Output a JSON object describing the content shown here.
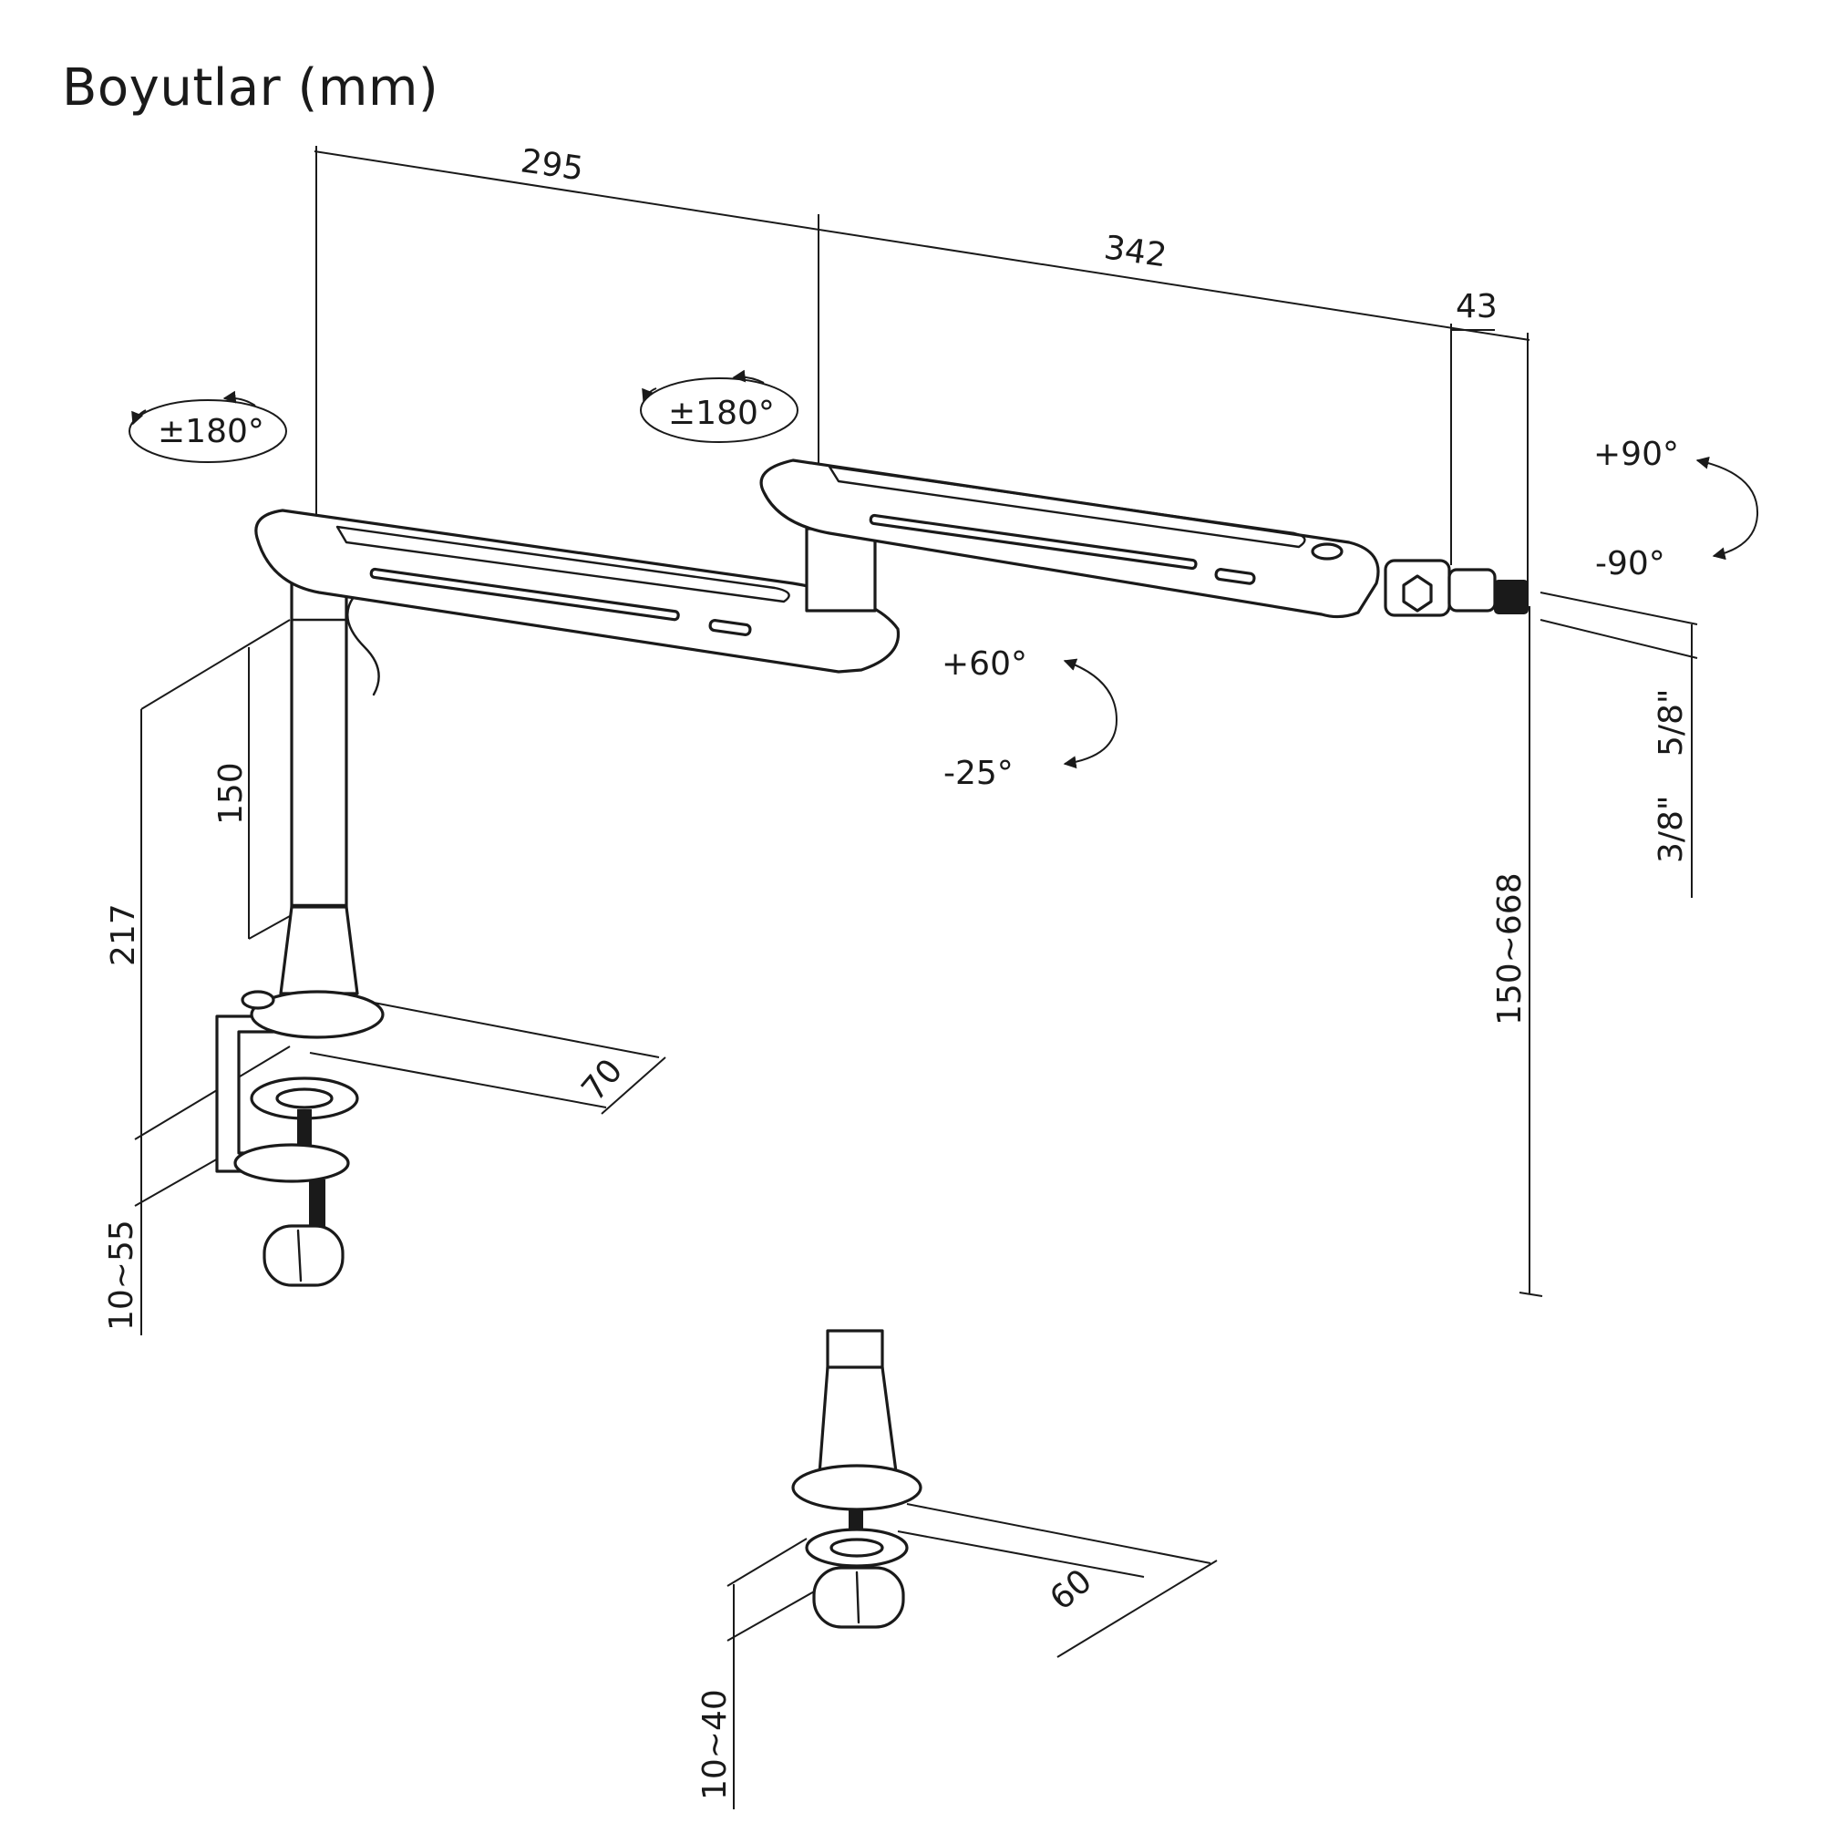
{
  "title": "Boyutlar (mm)",
  "dimensions": {
    "arm1_length": "295",
    "arm2_length": "342",
    "head_length": "43",
    "pole_top": "150",
    "pole_total": "217",
    "clamp_range": "10~55",
    "base_depth": "70",
    "height_range": "150~668",
    "grommet_base": "60",
    "grommet_range": "10~40",
    "thread_large": "5/8\"",
    "thread_small": "3/8\""
  },
  "angles": {
    "base_rotation": "±180°",
    "elbow_rotation": "±180°",
    "tilt_up": "+90°",
    "tilt_down": "-90°",
    "arm_up": "+60°",
    "arm_down": "-25°"
  }
}
